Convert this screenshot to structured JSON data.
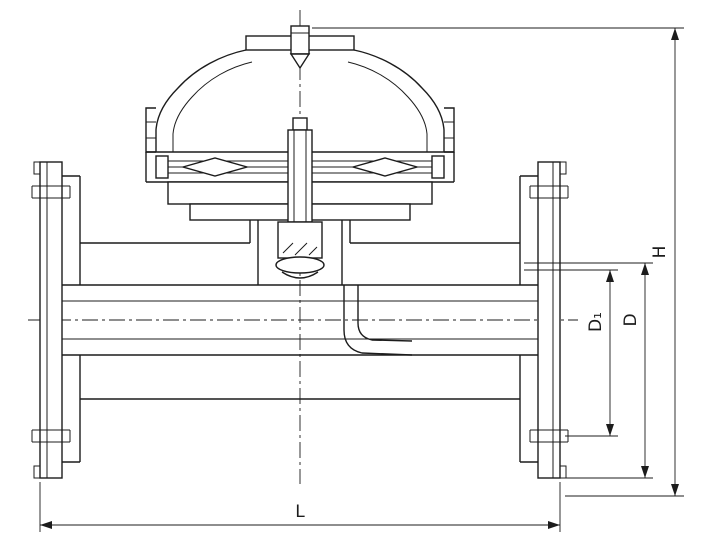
{
  "page": {
    "background": "#ffffff",
    "line_color": "#1c1c1c",
    "description": "Technical cross-section drawing of a flanged diaphragm valve with dimension lines"
  },
  "drawing": {
    "labels": {
      "H": "H",
      "D": "D",
      "D1": "D₁",
      "L": "L"
    }
  }
}
